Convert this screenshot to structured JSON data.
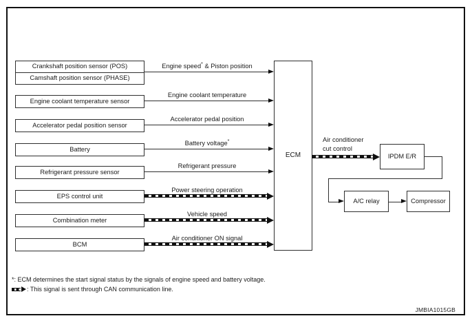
{
  "diagram": {
    "sources": [
      {
        "label": "Crankshaft position sensor (POS)"
      },
      {
        "label": "Camshaft position sensor (PHASE)"
      },
      {
        "label": "Engine coolant temperature sensor"
      },
      {
        "label": "Accelerator pedal position sensor"
      },
      {
        "label": "Battery"
      },
      {
        "label": "Refrigerant pressure sensor"
      },
      {
        "label": "EPS control unit"
      },
      {
        "label": "Combination meter"
      },
      {
        "label": "BCM"
      }
    ],
    "signals": [
      {
        "pre": "Engine speed",
        "sup": "*",
        "post": " & Piston position",
        "can": "false"
      },
      {
        "pre": "Engine coolant temperature",
        "sup": "",
        "post": "",
        "can": "false"
      },
      {
        "pre": "Accelerator pedal position",
        "sup": "",
        "post": "",
        "can": "false"
      },
      {
        "pre": "Battery voltage",
        "sup": "*",
        "post": "",
        "can": "false"
      },
      {
        "pre": "Refrigerant pressure",
        "sup": "",
        "post": "",
        "can": "false"
      },
      {
        "pre": "Power steering operation",
        "sup": "",
        "post": "",
        "can": "true"
      },
      {
        "pre": "Vehicle speed",
        "sup": "",
        "post": "",
        "can": "true"
      },
      {
        "pre": "Air conditioner ON signal",
        "sup": "",
        "post": "",
        "can": "true"
      }
    ],
    "ecm_label": "ECM",
    "cut_control_line1": "Air conditioner",
    "cut_control_line2": "cut control",
    "ipdm_label": "IPDM E/R",
    "ac_relay_label": "A/C relay",
    "compressor_label": "Compressor",
    "footnote_star": "*: ECM determines the start signal status by the signals of engine speed and battery voltage.",
    "footnote_can": ": This signal is sent through CAN communication line.",
    "figure_code": "JMBIA1015GB",
    "colors": {
      "line": "#2e2e2e",
      "arrow": "#111111",
      "background": "#ffffff"
    }
  }
}
